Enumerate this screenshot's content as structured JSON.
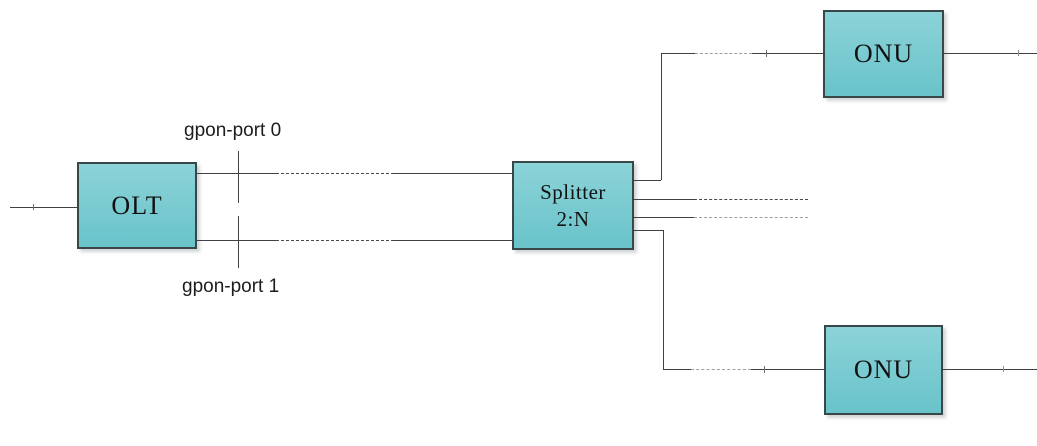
{
  "colors": {
    "box_fill_top": "#8bd3d8",
    "box_fill_bottom": "#69c3ca",
    "box_border": "#3a4749",
    "line": "#3f4245",
    "dash_dark": "#4a4a4a",
    "dash_gray": "#9aa0a0",
    "label_text": "#111111"
  },
  "nodes": {
    "olt": {
      "label": "OLT"
    },
    "splitter": {
      "label_line1": "Splitter",
      "label_line2": "2:N"
    },
    "onu_top": {
      "label": "ONU"
    },
    "onu_bottom": {
      "label": "ONU"
    }
  },
  "port_labels": {
    "gpon0": "gpon-port 0",
    "gpon1": "gpon-port 1"
  }
}
